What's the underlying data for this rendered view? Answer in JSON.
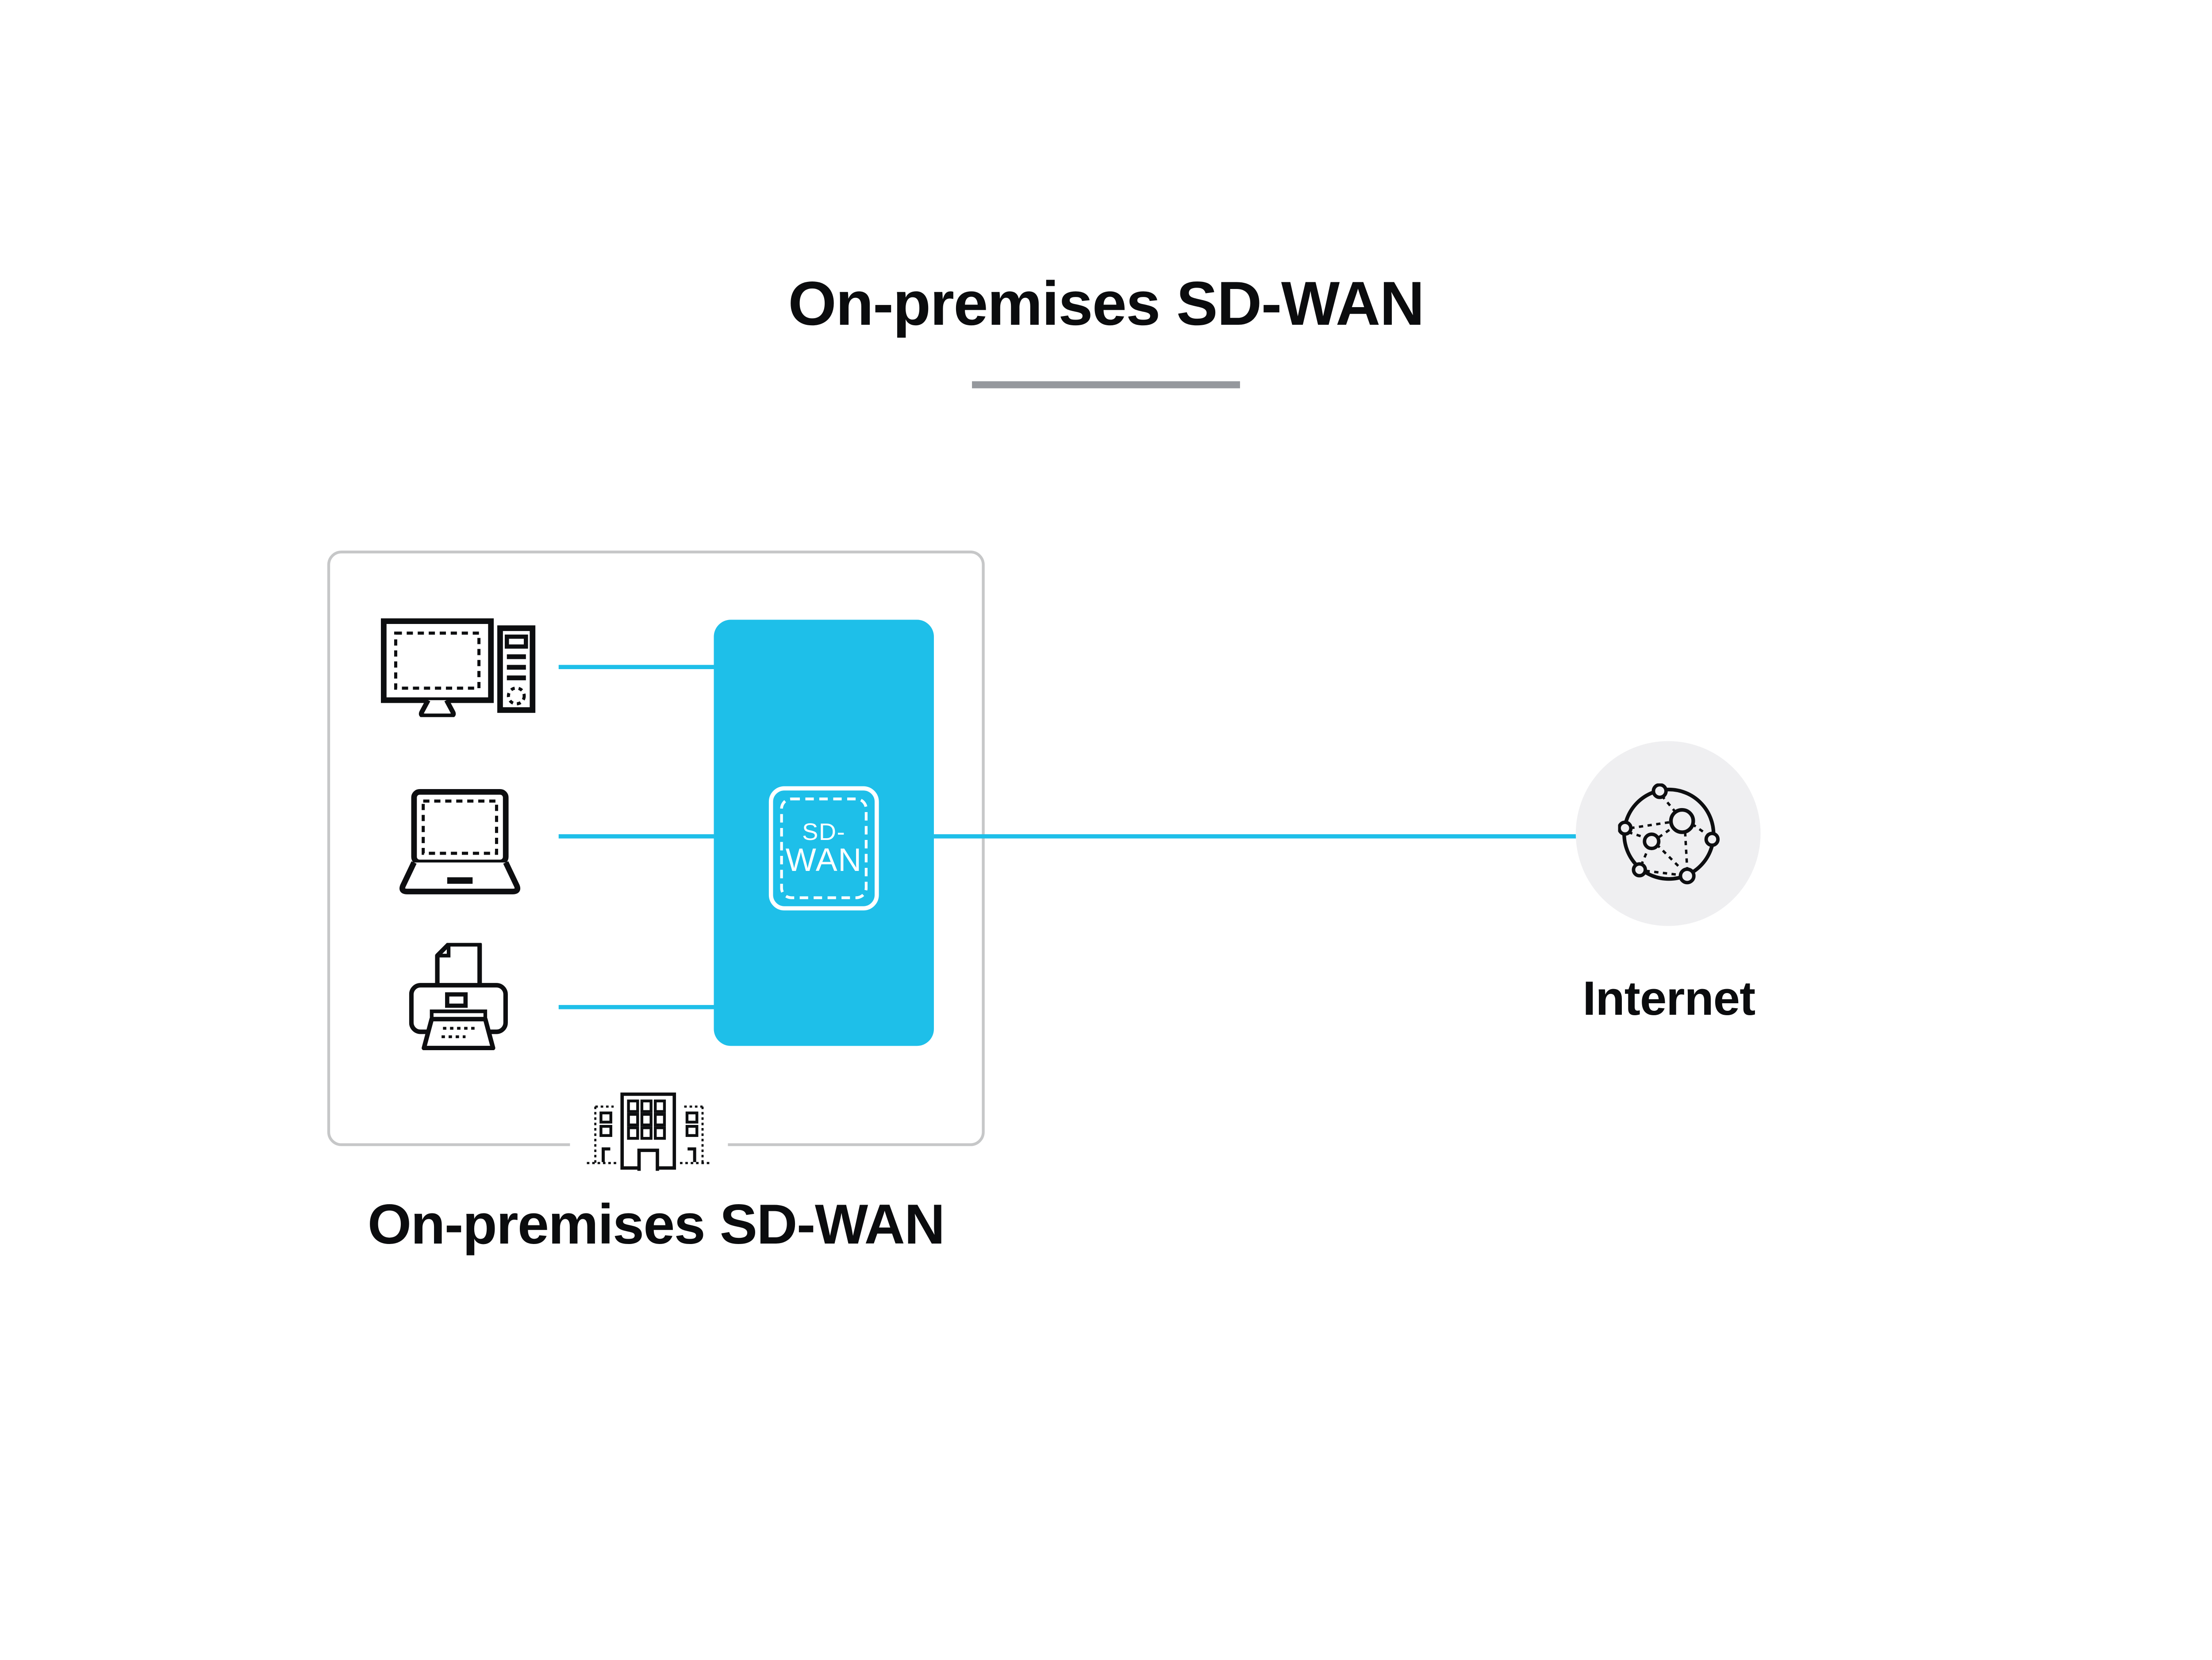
{
  "header": {
    "title": "On-premises SD-WAN",
    "underline_color": "#95989D"
  },
  "site": {
    "label": "On-premises SD-WAN",
    "box_border_color": "#C6C7C8",
    "devices": [
      {
        "icon": "desktop-computer-icon"
      },
      {
        "icon": "laptop-icon"
      },
      {
        "icon": "printer-icon"
      }
    ],
    "building_icon": "office-building-icon",
    "appliance": {
      "label_line1": "SD-",
      "label_line2": "WAN",
      "fill_color": "#1EBFE9"
    }
  },
  "connections": {
    "color": "#1EBFE9"
  },
  "internet": {
    "label": "Internet",
    "icon": "network-globe-icon",
    "circle_color": "#EFEFF1"
  }
}
